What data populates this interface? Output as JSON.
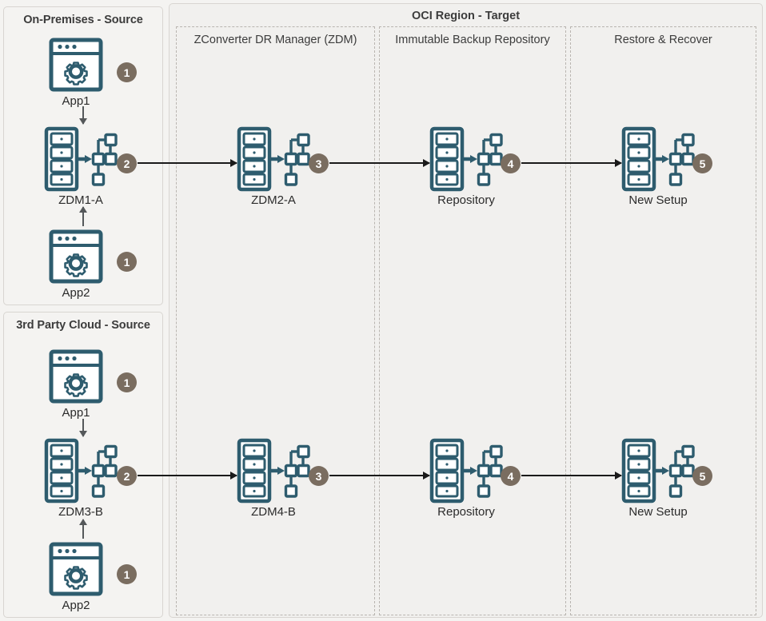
{
  "colors": {
    "icon_stroke": "#2e5c6e",
    "badge_bg": "#7a6d60",
    "panel_bg": "#f4f3f1",
    "oci_bg": "#f1f0ee",
    "panel_border": "#d8d5d1",
    "dashed_border": "#b9b5b0",
    "arrow": "#1a1a1a",
    "text": "#2b2b2b"
  },
  "sources": [
    {
      "title": "On-Premises - Source",
      "nodes": [
        {
          "label": "App1",
          "icon": "app-window-gear-icon",
          "badge": "1"
        },
        {
          "label": "ZDM1-A",
          "icon": "server-network-icon",
          "badge": "2"
        },
        {
          "label": "App2",
          "icon": "app-window-gear-icon",
          "badge": "1"
        }
      ]
    },
    {
      "title": "3rd Party Cloud - Source",
      "nodes": [
        {
          "label": "App1",
          "icon": "app-window-gear-icon",
          "badge": "1"
        },
        {
          "label": "ZDM3-B",
          "icon": "server-network-icon",
          "badge": "2"
        },
        {
          "label": "App2",
          "icon": "app-window-gear-icon",
          "badge": "1"
        }
      ]
    }
  ],
  "target": {
    "title": "OCI Region - Target",
    "columns": [
      {
        "title": "ZConverter DR Manager (ZDM)",
        "nodes": [
          {
            "label": "ZDM2-A",
            "icon": "server-network-icon",
            "badge": "3"
          },
          {
            "label": "ZDM4-B",
            "icon": "server-network-icon",
            "badge": "3"
          }
        ]
      },
      {
        "title": "Immutable Backup Repository",
        "nodes": [
          {
            "label": "Repository",
            "icon": "server-network-icon",
            "badge": "4"
          },
          {
            "label": "Repository",
            "icon": "server-network-icon",
            "badge": "4"
          }
        ]
      },
      {
        "title": "Restore & Recover",
        "nodes": [
          {
            "label": "New Setup",
            "icon": "server-network-icon",
            "badge": "5"
          },
          {
            "label": "New Setup",
            "icon": "server-network-icon",
            "badge": "5"
          }
        ]
      }
    ]
  }
}
